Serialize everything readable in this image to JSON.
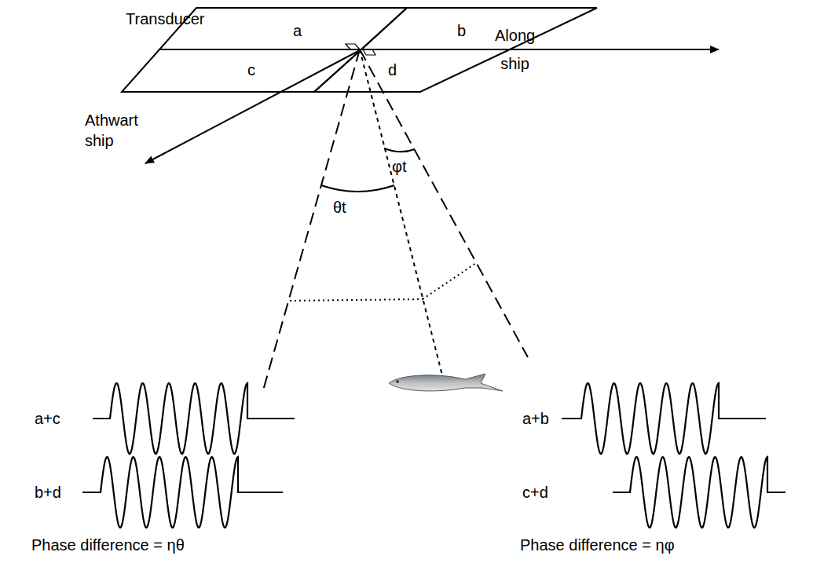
{
  "diagram": {
    "nodes": [
      {
        "text": [
          "a"
        ]
      },
      {
        "text": [
          "b"
        ]
      },
      {
        "text": [
          "c"
        ]
      },
      {
        "text": [
          "d"
        ]
      }
    ],
    "labels": [
      "Transducer",
      "Along ship",
      "Athwart ship",
      "θt",
      "φt",
      "a+c",
      "b+d",
      "Phase difference = ηθ",
      "a+b",
      "c+d",
      "Phase difference = ηφ"
    ]
  }
}
